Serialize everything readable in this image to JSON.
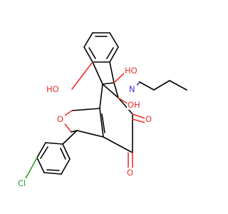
{
  "molecule": {
    "atom_labels": {
      "oh_left": "HO",
      "oh_right": "HO",
      "oh_n": "OH",
      "n_atom": "N",
      "ring_o": "O",
      "keto_o1": "O",
      "keto_o2": "O",
      "cl": "Cl"
    },
    "colors": {
      "carbon": "#000000",
      "oxygen": "#e8322e",
      "nitrogen": "#3a3acf",
      "chlorine": "#2aa02a"
    }
  }
}
